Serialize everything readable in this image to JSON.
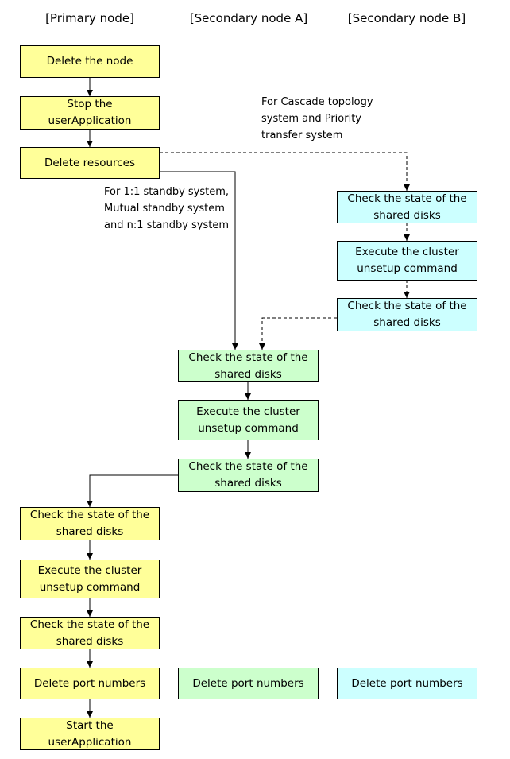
{
  "headers": {
    "primary": "[Primary node]",
    "secondary_a": "[Secondary node A]",
    "secondary_b": "[Secondary node B]"
  },
  "primary": [
    "Delete the node",
    "Stop the\nuserApplication",
    "Delete resources",
    "Check the state of the\nshared disks",
    "Execute the cluster\nunsetup command",
    "Check the state of the\nshared disks",
    "Delete port numbers",
    "Start the\nuserApplication"
  ],
  "secondary_a": [
    "Check the state of the\nshared disks",
    "Execute the cluster\nunsetup command",
    "Check the state of the\nshared disks",
    "Delete port numbers"
  ],
  "secondary_b": [
    "Check the state of the\nshared disks",
    "Execute the cluster\nunsetup command",
    "Check the state of the\nshared disks",
    "Delete port numbers"
  ],
  "notes": {
    "cascade": "For Cascade topology\nsystem and Priority\ntransfer system",
    "standby": "For 1:1 standby system,\nMutual standby system\nand n:1 standby system"
  },
  "colors": {
    "primary": "#ffff99",
    "secondary_a": "#ccffcc",
    "secondary_b": "#ccffff"
  }
}
